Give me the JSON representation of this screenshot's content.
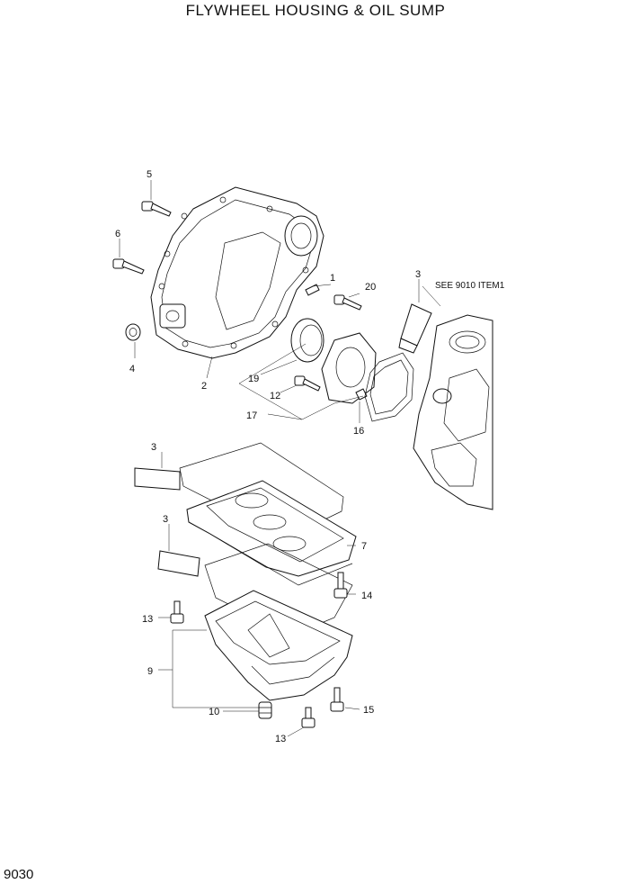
{
  "title": "FLYWHEEL HOUSING & OIL SUMP",
  "page_number": "9030",
  "reference_note": "SEE 9010 ITEM1",
  "callouts": {
    "c1": "1",
    "c2": "2",
    "c3a": "3",
    "c3b": "3",
    "c3c": "3",
    "c4": "4",
    "c5": "5",
    "c6": "6",
    "c7": "7",
    "c9": "9",
    "c10": "10",
    "c12": "12",
    "c13a": "13",
    "c13b": "13",
    "c14": "14",
    "c15": "15",
    "c16": "16",
    "c17": "17",
    "c19": "19",
    "c20": "20"
  }
}
